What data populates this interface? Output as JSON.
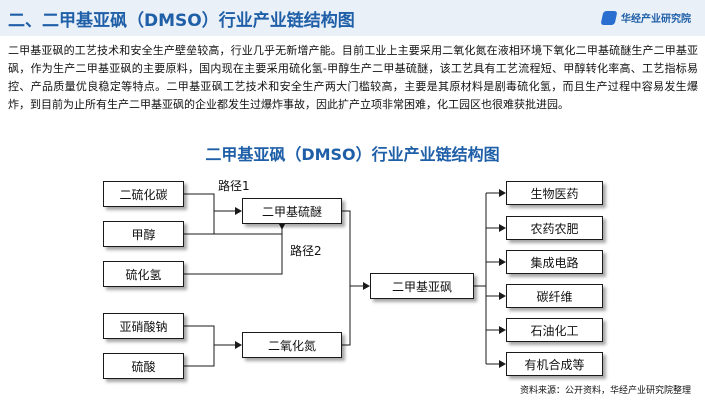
{
  "header": {
    "title": "二、二甲基亚砜（DMSO）行业产业链结构图",
    "logo_text": "华经产业研究院"
  },
  "intro": "二甲基亚砜的工艺技术和安全生产壁垒较高，行业几乎无新增产能。目前工业上主要采用二氧化氮在液相环境下氧化二甲基硫醚生产二甲基亚砜，作为生产二甲基亚砜的主要原料，国内现在主要采用硫化氢-甲醇生产二甲基硫醚，该工艺具有工艺流程短、甲醇转化率高、工艺指标易控、产品质量优良稳定等特点。二甲基亚砜工艺技术和安全生产两大门槛较高，主要是其原材料是剧毒硫化氢，而且生产过程中容易发生爆炸，到目前为止所有生产二甲基亚砜的企业都发生过爆炸事故，因此扩产立项非常困难，化工园区也很难获批进园。",
  "diagram": {
    "title": "二甲基亚砜（DMSO）行业产业链结构图",
    "raw_materials": [
      "二硫化碳",
      "甲醇",
      "硫化氢",
      "亚硝酸钠",
      "硫酸"
    ],
    "intermediates": [
      "二甲基硫醚",
      "二氧化氮"
    ],
    "product": "二甲基亚砜",
    "routes": [
      "路径1",
      "路径2"
    ],
    "applications": [
      "生物医药",
      "农药农肥",
      "集成电路",
      "碳纤维",
      "石油化工",
      "有机合成等"
    ]
  },
  "source": "资料来源：公开资料，华经产业研究院整理"
}
